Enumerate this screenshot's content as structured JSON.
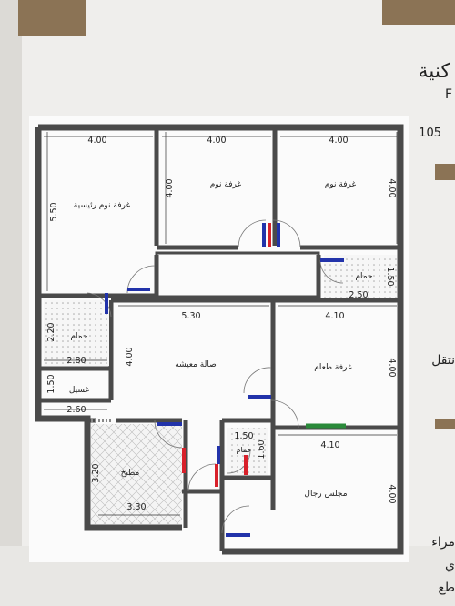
{
  "header": {
    "title_partial": "كنية",
    "letter": "F",
    "number_partial": "105",
    "side_words": [
      "نتقل",
      "مراء",
      "ي",
      "طع"
    ]
  },
  "rooms": [
    {
      "key": "master",
      "name": "غرفة نوم رئيسية"
    },
    {
      "key": "bed1",
      "name": "غرفة نوم"
    },
    {
      "key": "bed2",
      "name": "غرفة نوم"
    },
    {
      "key": "bath_right",
      "name": "حمام"
    },
    {
      "key": "bath_left",
      "name": "حمام"
    },
    {
      "key": "laundry",
      "name": "غسيل"
    },
    {
      "key": "living",
      "name": "صالة معيشه"
    },
    {
      "key": "dining",
      "name": "غرفة طعام"
    },
    {
      "key": "kitchen",
      "name": "مطبخ"
    },
    {
      "key": "bath_small",
      "name": "حمام"
    },
    {
      "key": "majlis",
      "name": "مجلس رجال"
    }
  ],
  "dimensions": [
    "4.00",
    "4.00",
    "4.00",
    "5.50",
    "4.00",
    "4.00",
    "1.50",
    "2.50",
    "2.20",
    "2.80",
    "1.50",
    "2.60",
    "5.30",
    "4.00",
    "4.10",
    "4.00",
    "1.50",
    "1.60",
    "3.20",
    "3.30",
    "4.10",
    "4.00"
  ],
  "colors": {
    "wall": "#4a4a4a",
    "door_red": "#d8202a",
    "door_blue": "#2233aa",
    "window": "#2a8a3a",
    "tile": "#cfcfcf",
    "beige": "#8b7355"
  }
}
